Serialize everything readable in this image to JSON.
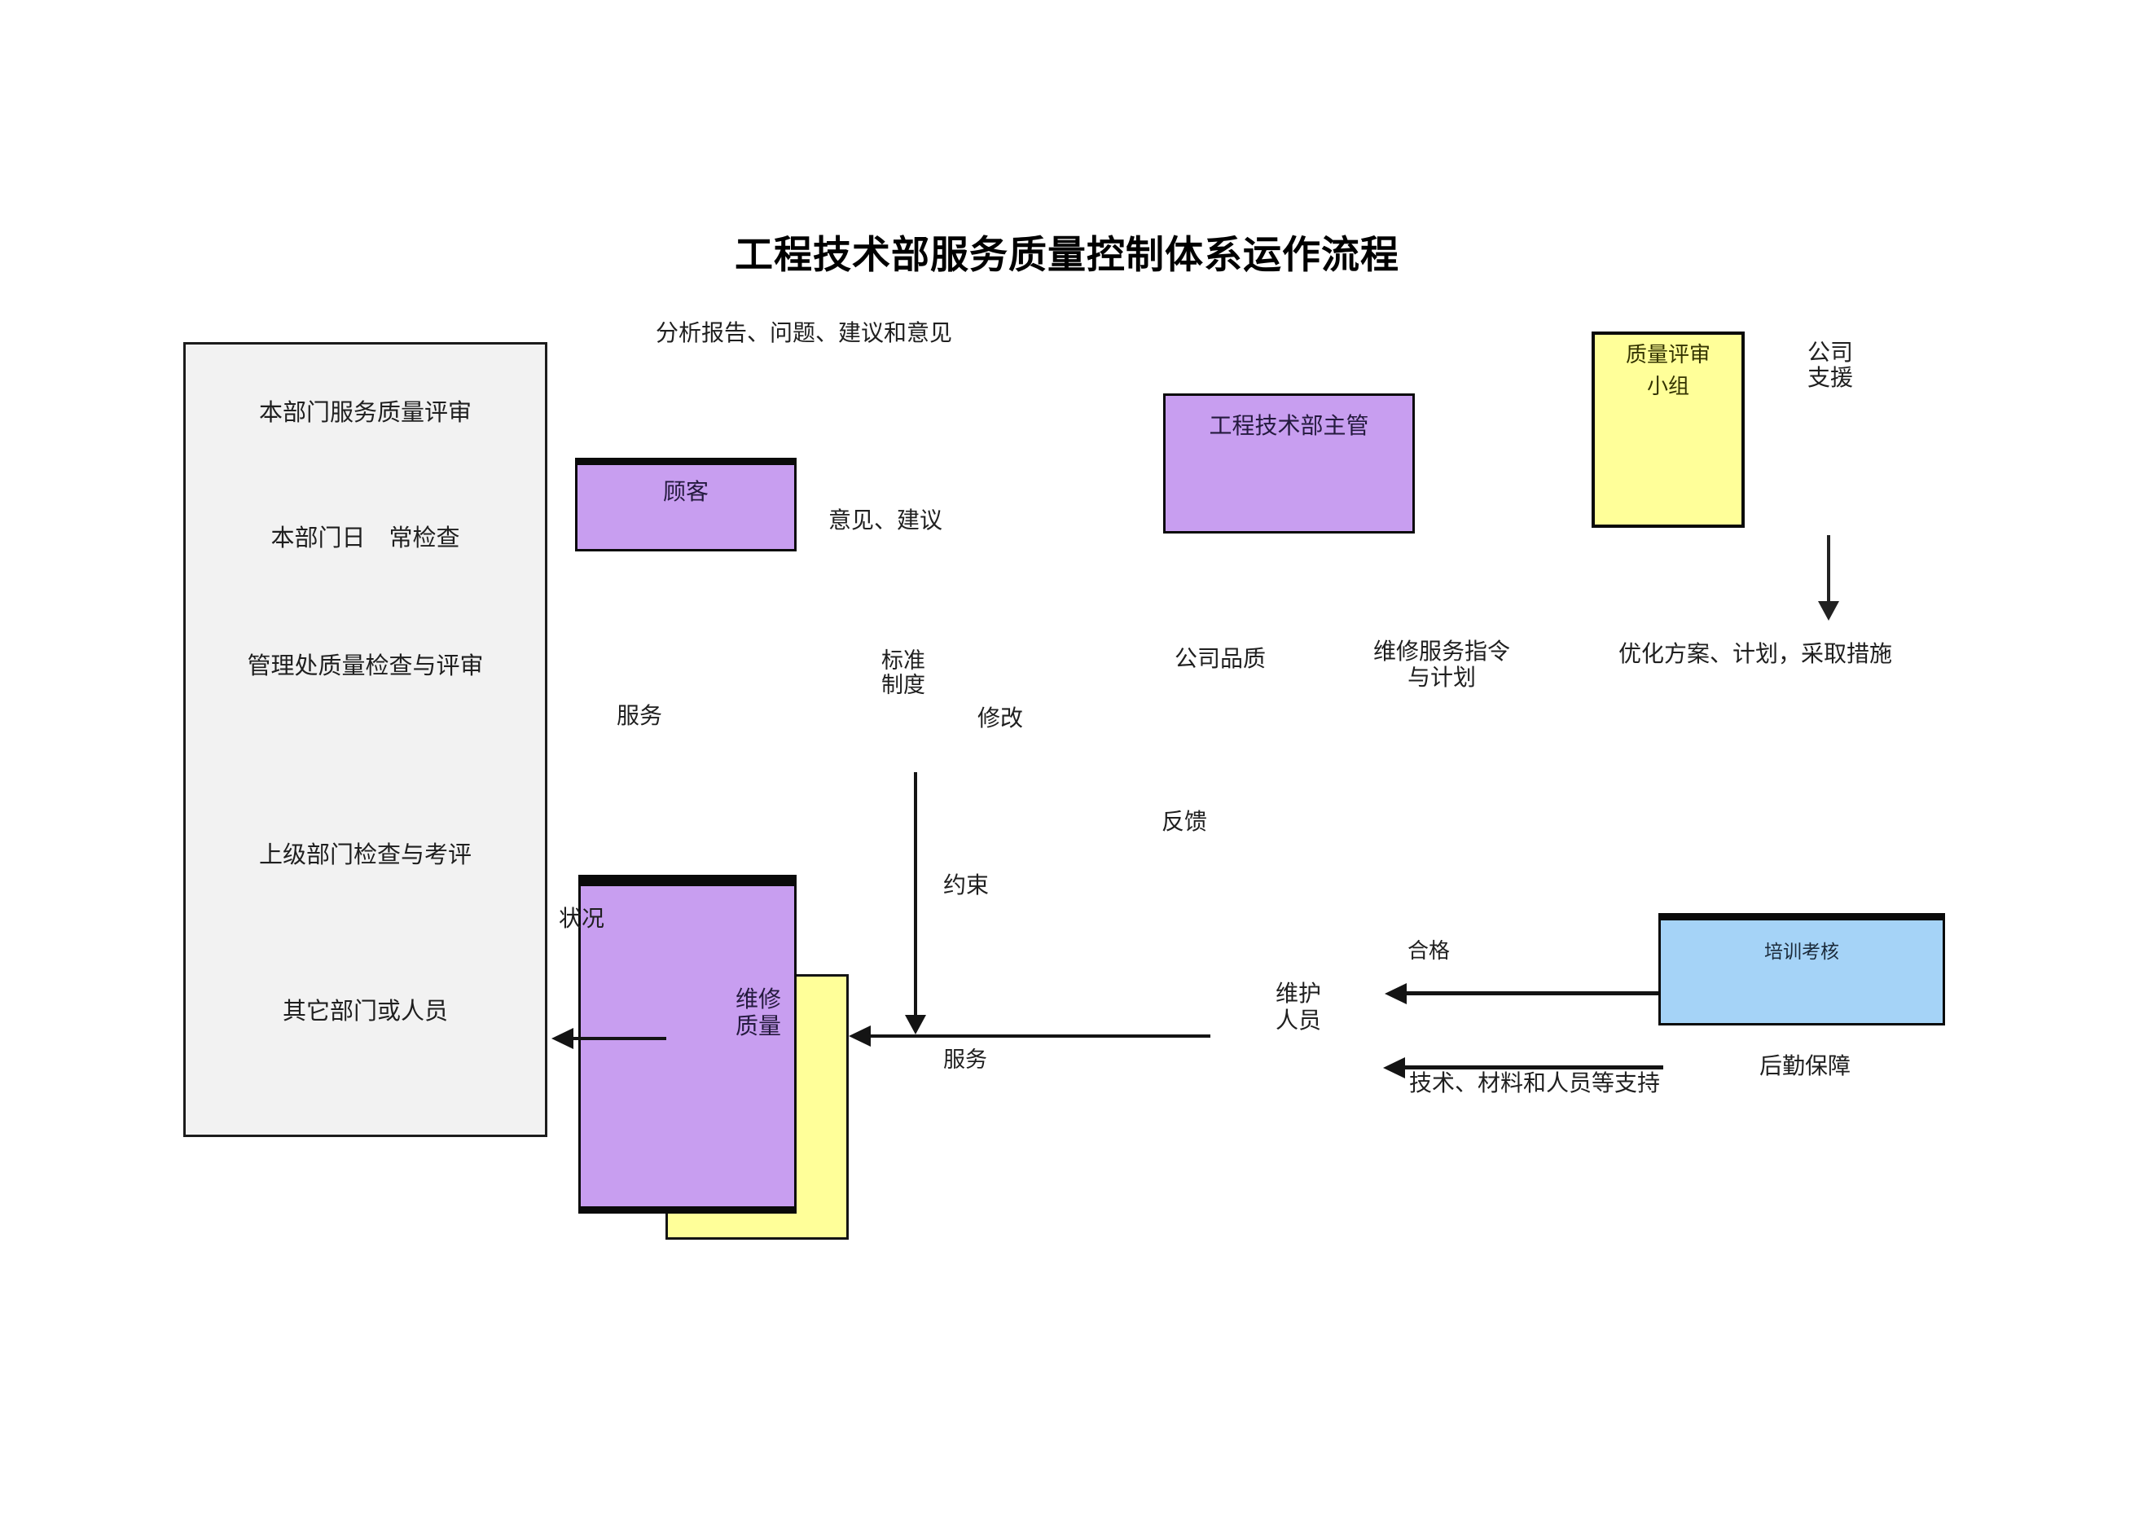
{
  "title": "工程技术部服务质量控制体系运作流程",
  "colors": {
    "box_purple": "#C89EF0",
    "box_yellow": "#FFFF99",
    "box_blue": "#A5D3F7",
    "panel_gray": "#F2F2F2",
    "line_black": "#141414"
  },
  "review_panel": {
    "items": [
      "本部门服务质量评审",
      "本部门日　常检查",
      "管理处质量检查与评审",
      "上级部门检查与考评",
      "其它部门或人员"
    ]
  },
  "boxes": {
    "customer": "顾客",
    "supervisor": "工程技术部主管",
    "quality_team": {
      "line1": "质量评审",
      "line2": "小组"
    },
    "training": "培训考核",
    "maintenance_quality": {
      "line1": "维修",
      "line2": "质量"
    }
  },
  "labels": {
    "analysis": "分析报告、问题、建议和意见",
    "opinions": "意见、建议",
    "company_support": {
      "line1": "公司",
      "line2": "支援"
    },
    "standard": {
      "line1": "标准",
      "line2": "制度"
    },
    "company_quality": "公司品质",
    "service_order": {
      "line1": "维修服务指令",
      "line2": "与计划"
    },
    "optimize": "优化方案、计划，采取措施",
    "modify": "修改",
    "service_top": "服务",
    "constraint": "约束",
    "feedback": "反馈",
    "status": "状况",
    "maintenance_staff": {
      "line1": "维护",
      "line2": "人员"
    },
    "qualified": "合格",
    "service_bottom": "服务",
    "tech_support": "技术、材料和人员等支持",
    "logistics": "后勤保障"
  }
}
